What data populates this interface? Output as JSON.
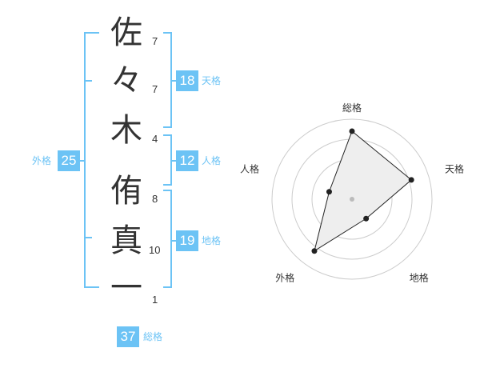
{
  "name": {
    "chars": [
      {
        "char": "佐",
        "strokes": "7"
      },
      {
        "char": "々",
        "strokes": "7"
      },
      {
        "char": "木",
        "strokes": "4"
      },
      {
        "char": "侑",
        "strokes": "8"
      },
      {
        "char": "真",
        "strokes": "10"
      },
      {
        "char": "一",
        "strokes": "1"
      }
    ]
  },
  "kaku": {
    "tenkaku": {
      "value": "18",
      "label": "天格"
    },
    "jinkaku": {
      "value": "12",
      "label": "人格"
    },
    "chikaku": {
      "value": "19",
      "label": "地格"
    },
    "gaikaku": {
      "value": "25",
      "label": "外格"
    },
    "soukaku": {
      "value": "37",
      "label": "総格"
    }
  },
  "chart_data": {
    "type": "radar",
    "axes": [
      "総格",
      "天格",
      "地格",
      "外格",
      "人格"
    ],
    "values": [
      0.85,
      0.78,
      0.3,
      0.8,
      0.3
    ],
    "max": 1,
    "rings": 4,
    "colors": {
      "grid": "#cccccc",
      "fill": "#eeeeee",
      "line": "#222222",
      "point": "#222222",
      "center": "#bbbbbb"
    }
  },
  "colors": {
    "accent": "#6cc3f5",
    "text": "#333333"
  }
}
